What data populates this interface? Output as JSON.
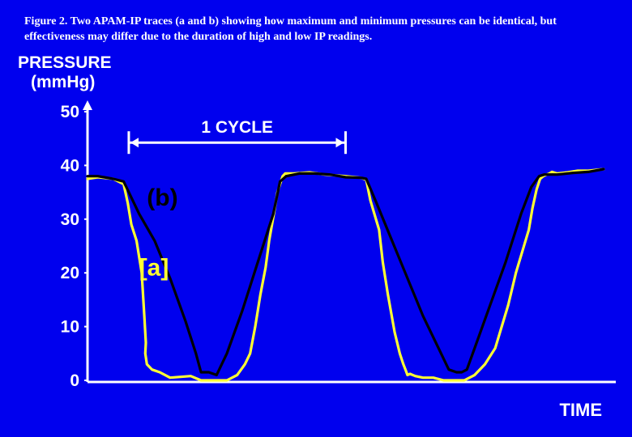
{
  "caption": "Figure 2. Two APAM-IP traces (a and b) showing how maximum and minimum pressures can be identical, but effectiveness may differ due to the duration of  high and low IP readings.",
  "colors": {
    "background": "#0000ee",
    "text": "#ffffff",
    "axis": "#ffffff",
    "series_a": "#ffff33",
    "series_b": "#000000"
  },
  "chart_data": {
    "type": "line",
    "ylabel_lines": [
      "PRESSURE",
      "(mmHg)"
    ],
    "xlabel": "TIME",
    "yticks": [
      50,
      40,
      30,
      20,
      10,
      0
    ],
    "ylim": [
      0,
      50
    ],
    "xlim": [
      0,
      100
    ],
    "grid": false,
    "annotation": {
      "text": "1 CYCLE",
      "x_start": 8,
      "x_end": 50,
      "y": 45
    },
    "series": [
      {
        "name": "[a]",
        "color": "#ffff33",
        "label_position": {
          "x": 10,
          "y": 19.5
        },
        "x": [
          0,
          2,
          5,
          7,
          7.8,
          8.5,
          9.5,
          10.5,
          11,
          11.3,
          11.2,
          11.5,
          12.5,
          14,
          16,
          20,
          22,
          23.5,
          25,
          27,
          29,
          30.5,
          31.5,
          32.5,
          33.5,
          34.5,
          35.2,
          36.1,
          36.8,
          37.8,
          38.3,
          40,
          43,
          46,
          50,
          53,
          54,
          54.8,
          56.5,
          57.2,
          58.2,
          59.5,
          60.5,
          61.2,
          61.6,
          62,
          62.5,
          63.5,
          65,
          67,
          69,
          70,
          71.5,
          72,
          73,
          75,
          77,
          79,
          81.5,
          83,
          85.5,
          86.2,
          87,
          87.7,
          88.3,
          89,
          89.5,
          90,
          91,
          93,
          95,
          97,
          100
        ],
        "y": [
          37.5,
          37.8,
          37.5,
          36.5,
          33,
          29,
          26,
          20,
          12,
          7,
          5,
          3,
          2,
          1.5,
          0.5,
          0.8,
          0,
          0,
          0,
          0,
          1,
          3,
          5,
          10,
          16,
          21,
          26,
          31,
          35,
          38,
          38.5,
          38.5,
          38.7,
          38.3,
          38,
          37.7,
          37.3,
          33.5,
          28,
          22,
          16,
          9,
          5,
          3,
          2,
          1,
          1.2,
          0.8,
          0.5,
          0.5,
          0,
          0,
          0,
          0,
          0,
          1,
          3,
          6,
          14,
          20,
          28,
          32,
          35.5,
          37.5,
          38,
          38.3,
          38.5,
          38.8,
          38.5,
          38.7,
          39,
          39,
          39.3
        ]
      },
      {
        "name": "(b)",
        "color": "#000000",
        "label_position": {
          "x": 11.5,
          "y": 32.5
        },
        "x": [
          0,
          2,
          5,
          7,
          8,
          10,
          13,
          16,
          19,
          21,
          22,
          23.5,
          25,
          27,
          30,
          33,
          36,
          37.3,
          38.5,
          41,
          44,
          47,
          50,
          53,
          54,
          56,
          59,
          62,
          65,
          68,
          70,
          71.5,
          72.5,
          73.5,
          75,
          78,
          81,
          84,
          86,
          87.5,
          88.5,
          91,
          94,
          97,
          100
        ],
        "y": [
          38,
          38,
          37.5,
          37,
          35,
          31,
          26,
          19,
          11,
          5,
          1.5,
          1.5,
          1,
          5,
          13,
          22,
          31,
          37,
          38,
          38.5,
          38.5,
          38.3,
          37.8,
          37.7,
          37.5,
          33,
          26,
          19,
          12,
          6,
          2,
          1.5,
          1.5,
          2,
          6,
          14,
          22,
          31,
          36,
          38,
          38.3,
          38.3,
          38.6,
          38.8,
          39.3
        ]
      }
    ]
  }
}
